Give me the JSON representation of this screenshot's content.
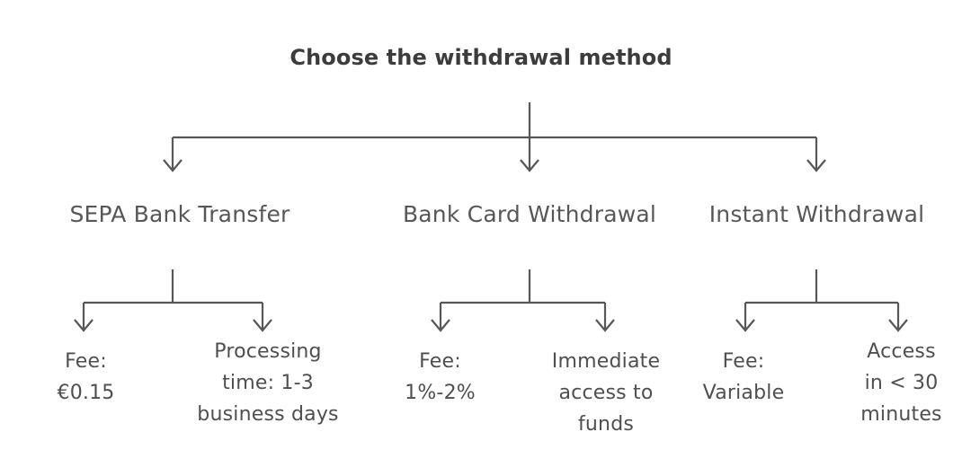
{
  "diagram": {
    "title": "Choose the withdrawal method",
    "type": "flowchart",
    "orientation": "top-down",
    "line_color": "#575757",
    "title_color": "#3c3c3c",
    "node_color": "#4f4f4f",
    "background": "#ffffff",
    "branches": [
      {
        "label": "SEPA Bank Transfer",
        "children": [
          {
            "label": "Fee:\n€0.15"
          },
          {
            "label": "Processing\ntime: 1-3\nbusiness days"
          }
        ]
      },
      {
        "label": "Bank Card Withdrawal",
        "children": [
          {
            "label": "Fee:\n1%-2%"
          },
          {
            "label": "Immediate\naccess to\nfunds"
          }
        ]
      },
      {
        "label": "Instant Withdrawal",
        "children": [
          {
            "label": "Fee:\nVariable"
          },
          {
            "label": "Access\nin < 30\nminutes"
          }
        ]
      }
    ]
  }
}
